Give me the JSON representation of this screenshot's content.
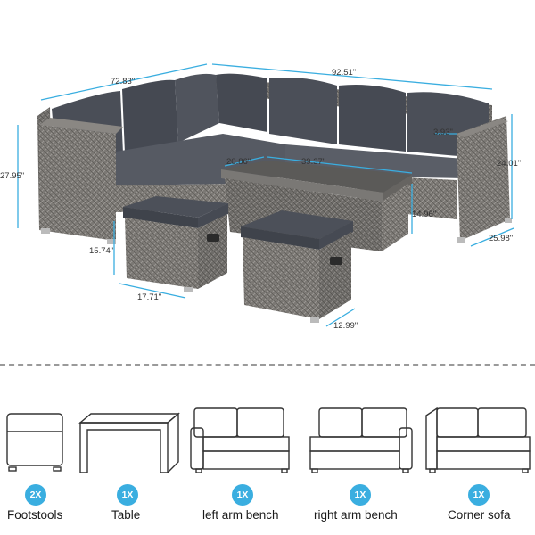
{
  "dimensions": {
    "corner_depth": "72.83\"",
    "total_width": "92.51\"",
    "armrest_width": "3.93\"",
    "height_left": "27.95\"",
    "height_right": "24.01\"",
    "table_depth": "20.86\"",
    "table_width": "39.37\"",
    "table_height": "14.96\"",
    "seat_depth": "25.98\"",
    "footstool_height": "15.74\"",
    "footstool_width": "17.71\"",
    "footstool_depth": "12.99\""
  },
  "colors": {
    "accent": "#3aaee0",
    "wicker": "#6e6c69",
    "cushion": "#4a4e57",
    "divider": "#9a9a9a"
  },
  "pieces": [
    {
      "count": "2X",
      "label": "Footstools",
      "icon": "footstool-icon"
    },
    {
      "count": "1X",
      "label": "Table",
      "icon": "table-icon"
    },
    {
      "count": "1X",
      "label": "left arm bench",
      "icon": "left-arm-bench-icon"
    },
    {
      "count": "1X",
      "label": "right arm bench",
      "icon": "right-arm-bench-icon"
    },
    {
      "count": "1X",
      "label": "Corner sofa",
      "icon": "corner-sofa-icon"
    }
  ]
}
